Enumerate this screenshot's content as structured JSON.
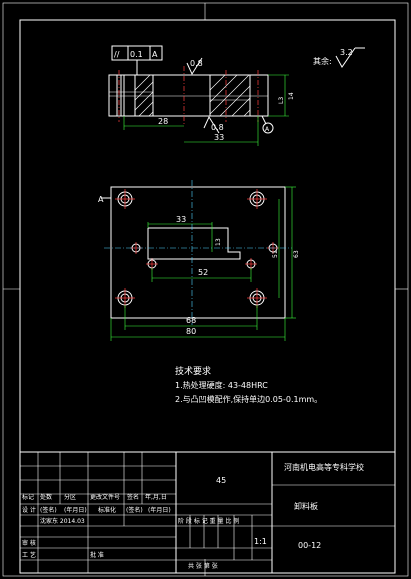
{
  "top_view": {
    "tolerance_symbol": "//",
    "tolerance_value": "0.1",
    "datum_ref": "A",
    "roughness_left": "0.8",
    "roughness_bottom": "0.8",
    "roughness_other_label": "其余:",
    "roughness_other_value": "3.2",
    "dim_28": "28",
    "dim_33": "33",
    "dim_14": "14",
    "dim_l3": "L3",
    "datum_circle": "A"
  },
  "plan_view": {
    "datum_a": "A",
    "dim_33": "33",
    "dim_13": "13",
    "dim_52": "52",
    "dim_51": "51",
    "dim_63": "63",
    "dim_68": "68",
    "dim_80": "80"
  },
  "notes": {
    "title": "技术要求",
    "line1": "1.热处理硬度: 43-48HRC",
    "line2": "2.与凸凹模配作,保持单边0.05-0.1mm。"
  },
  "title_block": {
    "material": "45",
    "school": "河南机电高等专科学校",
    "part_name": "卸料板",
    "drawing_no": "00-12",
    "scale": "1:1",
    "col_labels": [
      "标记",
      "处数",
      "分区",
      "更改文件号",
      "签名",
      "年,月,日"
    ],
    "design": "设 计",
    "design_sig": "(签名)",
    "design_date": "(年月日)",
    "standard": "标准化",
    "std_sig": "(签名)",
    "std_date": "(年月日)",
    "name_date": "沈家东 2014.03",
    "stage_labels": "阶 段 标 记  重 量  比 例",
    "review": "审 核",
    "process": "工 艺",
    "approve": "批 准",
    "sheet_info": "共  张  第  张"
  }
}
